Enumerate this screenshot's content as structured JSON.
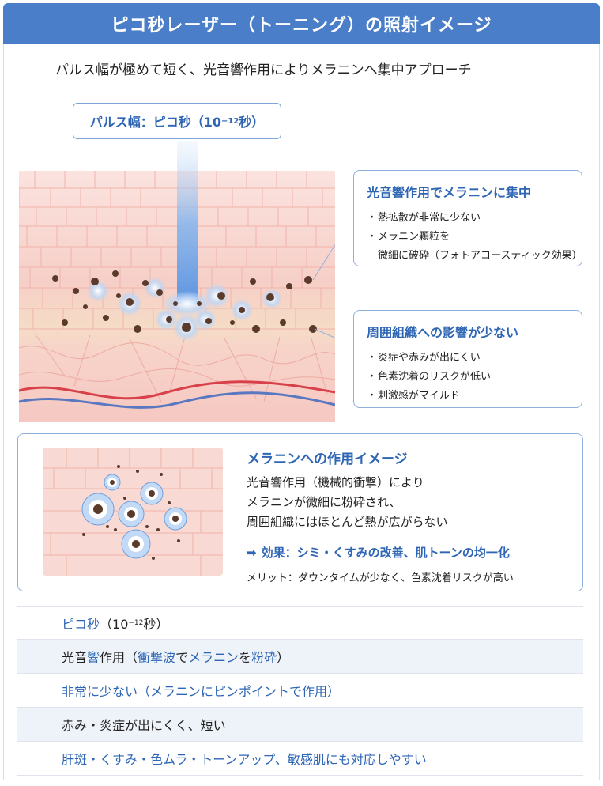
{
  "header": {
    "title": "ピコ秒レーザー（トーニング）の照射イメージ"
  },
  "subtitle": "パルス幅が極めて短く、光音響作用によりメラニンへ集中アプローチ",
  "pulse_label": {
    "prefix": "パルス幅：ピコ秒（10",
    "exp": "−12",
    "suffix": "秒）"
  },
  "callout_focus": {
    "title": "光音響作用でメラニンに集中",
    "items": [
      "熱拡散が非常に少ない",
      "メラニン顆粒を",
      "微細に破砕（フォトアコースティック効果）"
    ]
  },
  "callout_tissue": {
    "title": "周囲組織への影響が少ない",
    "items": [
      "炎症や赤みが出にくい",
      "色素沈着のリスクが低い",
      "刺激感がマイルド"
    ]
  },
  "effect": {
    "title": "メラニンへの作用イメージ",
    "lines": [
      "光音響作用（機械的衝撃）により",
      "メラニンが微細に粉砕され、",
      "周囲組織にはほとんど熱が広がらない"
    ],
    "arrow": "➡",
    "result": "効果：シミ・くすみの改善、肌トーンの均一化",
    "merit": "メリット：ダウンタイムが少なく、色素沈着リスクが高い"
  },
  "table": {
    "row1": {
      "a": "ピコ秒",
      "b": "（10",
      "exp": "−12",
      "c": "秒）"
    },
    "row2": {
      "a": "光音",
      "b": "響",
      "c": "作用（",
      "d": "衝撃波",
      "e": "で",
      "f": "メラニン",
      "g": "を",
      "h": "粉砕",
      "i": "）"
    },
    "row3": "非常に少ない（メラニンにピンポイントで作用）",
    "row4": "赤み・炎症が出にくく、短い",
    "row5": "肝斑・くすみ・色ムラ・トーンアップ、敏感肌にも対応しやすい"
  },
  "colors": {
    "accent": "#4a7ec8",
    "accent_text": "#2e66b5",
    "skin": "#f6d2cc",
    "melanin": "#5a3a2a",
    "laser": "#7fb1ea"
  }
}
